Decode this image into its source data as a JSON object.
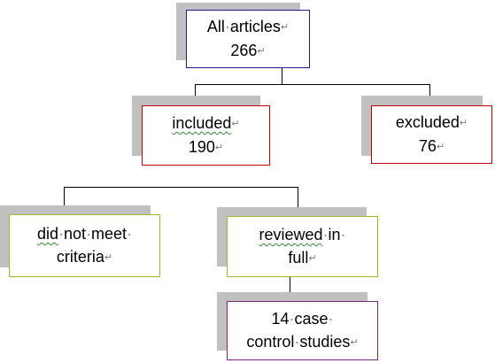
{
  "colors": {
    "all": "#1f1f8f",
    "included": "#c00000",
    "excluded": "#c00000",
    "not_meet": "#9bbb2a",
    "reviewed": "#9bbb2a",
    "case": "#7a2a7a",
    "shadow": "#c0c0c0"
  },
  "nodes": {
    "all_articles": {
      "l1a": "All",
      "l1b": "articles",
      "l2": "266"
    },
    "included": {
      "l1": "included",
      "l2": "190"
    },
    "excluded": {
      "l1": "excluded",
      "l2": "76"
    },
    "not_meet": {
      "l1a": "did",
      "l1b": "not",
      "l1c": "meet",
      "l2": "criteria"
    },
    "reviewed": {
      "l1a": "reviewed",
      "l1b": "in",
      "l2": "full"
    },
    "case_control": {
      "l1a": "14",
      "l1b": "case",
      "l2a": "control",
      "l2b": "studies"
    }
  }
}
